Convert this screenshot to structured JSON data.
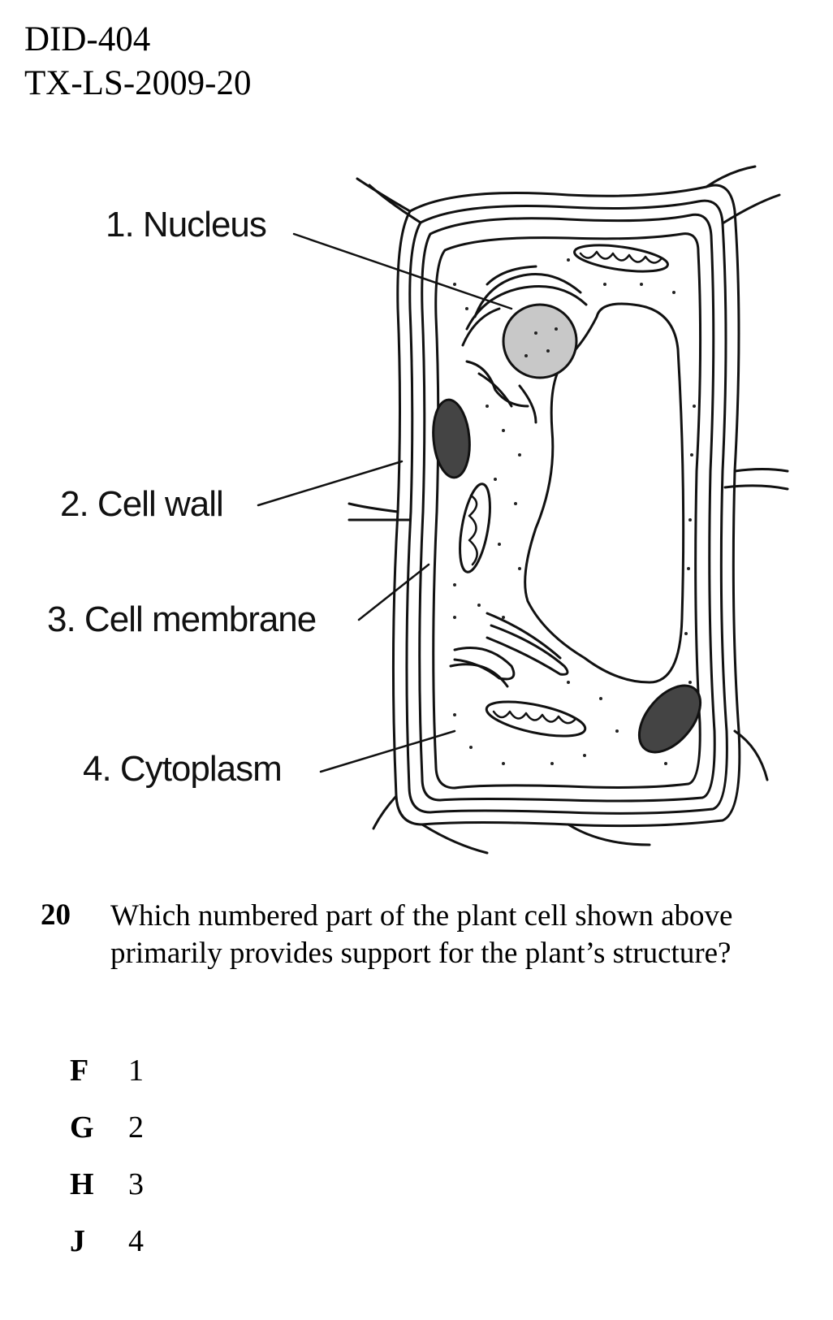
{
  "header": {
    "line1": "DID-404",
    "line2": "TX-LS-2009-20"
  },
  "diagram": {
    "labels": [
      {
        "id": "nucleus",
        "text": "1. Nucleus"
      },
      {
        "id": "cell-wall",
        "text": "2. Cell wall"
      },
      {
        "id": "cell-membrane",
        "text": "3. Cell membrane"
      },
      {
        "id": "cytoplasm",
        "text": "4. Cytoplasm"
      }
    ]
  },
  "question": {
    "number": "20",
    "text": "Which numbered part of the plant cell shown above primarily provides support for the plant’s structure?",
    "choices": [
      {
        "letter": "F",
        "value": "1"
      },
      {
        "letter": "G",
        "value": "2"
      },
      {
        "letter": "H",
        "value": "3"
      },
      {
        "letter": "J",
        "value": "4"
      }
    ]
  }
}
